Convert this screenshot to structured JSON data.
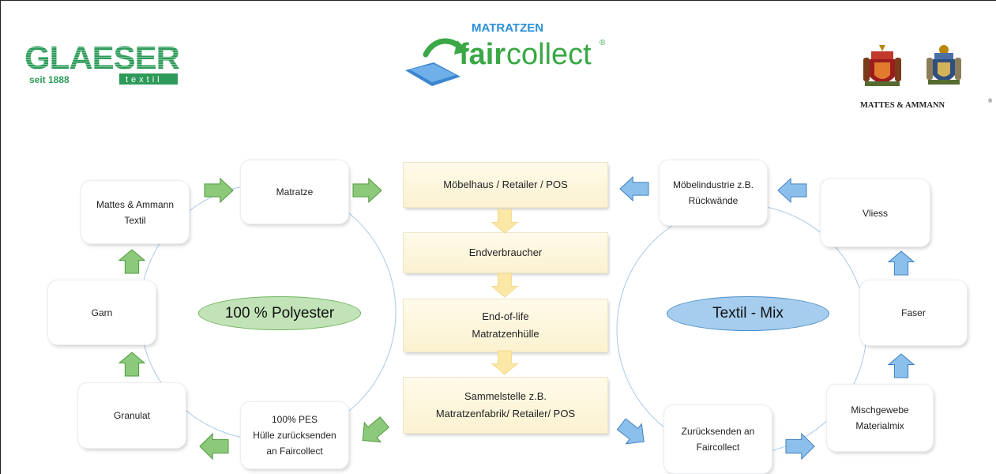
{
  "logos": {
    "glaeser": {
      "brand": "GLAESER",
      "subtitle_left": "seit 1888",
      "subtitle_right": "textil"
    },
    "faircollect": {
      "top": "MATRATZEN",
      "word1": "fair",
      "word2": "collect",
      "mark": "®"
    },
    "mattes_ammann": {
      "text": "MATTES & AMMANN",
      "mark": "®"
    }
  },
  "left_cycle": {
    "label": "100 % Polyester",
    "matratze": "Matratze",
    "mattes": "Mattes & Ammann\nTextil",
    "garn": "Garn",
    "granulat": "Granulat",
    "pes": "100% PES\nHülle zurücksenden\nan Faircollect"
  },
  "center_chain": {
    "moebelhaus": "Möbelhaus / Retailer / POS",
    "endverbraucher": "Endverbraucher",
    "endoflife": "End-of-life\nMatratzenhülle",
    "sammelstelle": "Sammelstelle z.B.\nMatratzenfabrik/ Retailer/ POS"
  },
  "right_cycle": {
    "label": "Textil - Mix",
    "moebelindustrie": "Möbelindustrie z.B.\nRückwände",
    "vliess": "Vliess",
    "faser": "Faser",
    "mischgewebe": "Mischgewebe\nMaterialmix",
    "zuruecksenden": "Zurücksenden an\nFaircollect"
  },
  "colors": {
    "green_arrow": "#8dc97a",
    "green_arrow_stroke": "#4f9a3d",
    "blue_arrow": "#8cc0ec",
    "blue_arrow_stroke": "#3f7fbf",
    "yellow_arrow": "#fbe8a6",
    "circle_stroke": "#a9c9e6",
    "glaeser_green": "#2e9a5a"
  }
}
